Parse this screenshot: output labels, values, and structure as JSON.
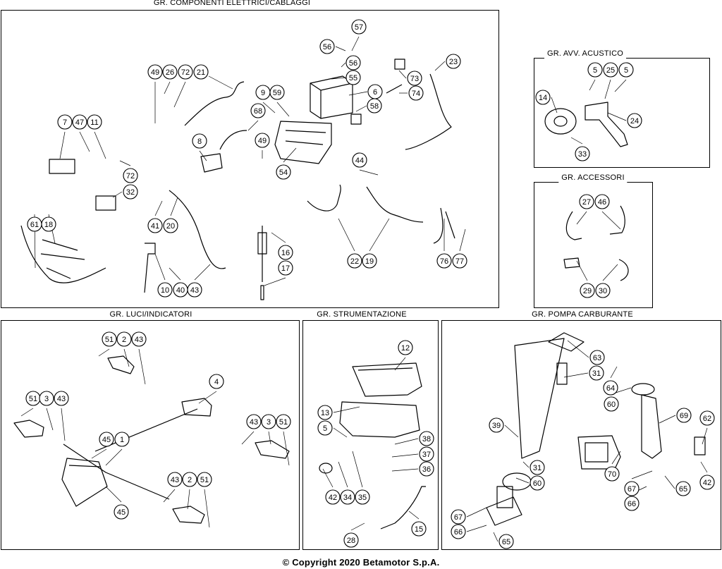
{
  "groups": [
    {
      "key": "wiring",
      "title": "GR. COMPONENTI ELETTRICI/CABLAGGI"
    },
    {
      "key": "horn",
      "title": "GR. AVV. ACUSTICO"
    },
    {
      "key": "accessories",
      "title": "GR. ACCESSORI"
    },
    {
      "key": "lights",
      "title": "GR. LUCI/INDICATORI"
    },
    {
      "key": "instruments",
      "title": "GR. STRUMENTAZIONE"
    },
    {
      "key": "fuel_pump",
      "title": "GR. POMPA CARBURANTE"
    }
  ],
  "callouts": [
    "57",
    "56",
    "56",
    "55",
    "6",
    "58",
    "73",
    "74",
    "23",
    "49",
    "26",
    "72",
    "21",
    "9",
    "59",
    "68",
    "7",
    "47",
    "11",
    "8",
    "49",
    "54",
    "44",
    "72",
    "32",
    "41",
    "20",
    "61",
    "18",
    "16",
    "17",
    "22",
    "19",
    "76",
    "77",
    "10",
    "40",
    "43",
    "5",
    "25",
    "5",
    "14",
    "24",
    "33",
    "27",
    "46",
    "29",
    "30",
    "51",
    "2",
    "43",
    "4",
    "51",
    "3",
    "43",
    "43",
    "3",
    "51",
    "45",
    "1",
    "45",
    "43",
    "2",
    "51",
    "12",
    "13",
    "5",
    "38",
    "37",
    "36",
    "42",
    "34",
    "35",
    "15",
    "28",
    "63",
    "31",
    "64",
    "60",
    "69",
    "39",
    "62",
    "31",
    "60",
    "70",
    "67",
    "65",
    "42",
    "66",
    "67",
    "66",
    "65"
  ],
  "copyright": "© Copyright 2020 Betamotor S.p.A."
}
